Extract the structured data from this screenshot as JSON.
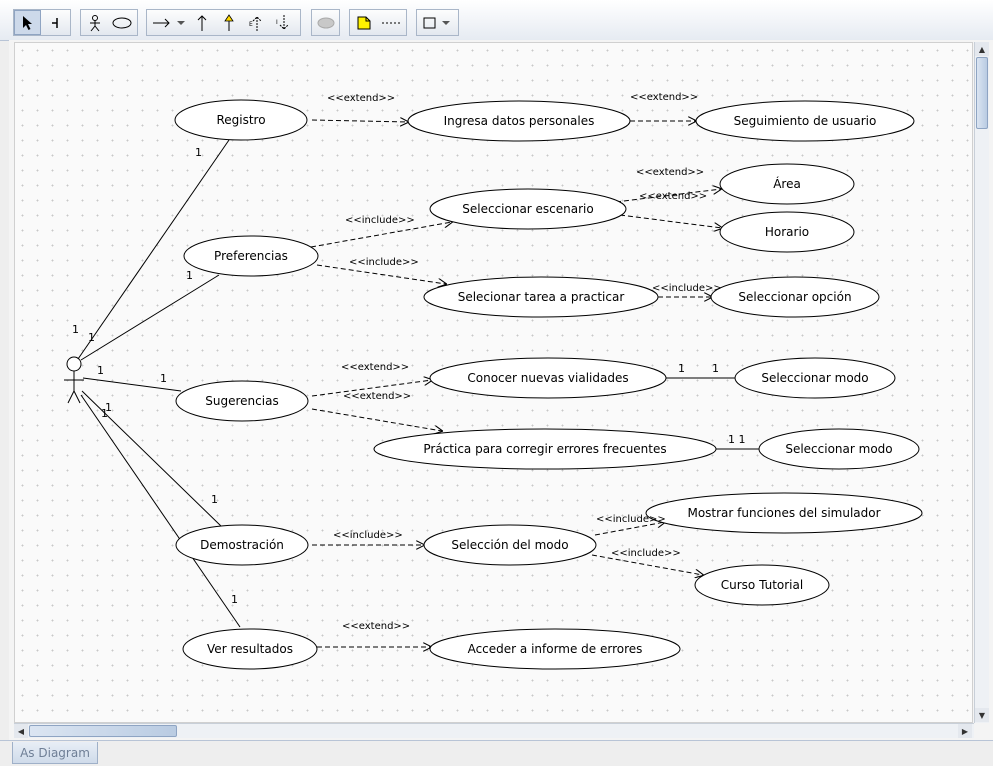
{
  "toolbar": {
    "tools": [
      "select-tool",
      "association-tool",
      "actor-tool",
      "use-case-tool",
      "generalization-tool",
      "dependency-tool",
      "include-tool",
      "extend-tool",
      "note-tool",
      "anchor-tool",
      "shape-tool"
    ]
  },
  "diagram": {
    "use_cases": {
      "registro": "Registro",
      "ingresa_datos": "Ingresa datos personales",
      "seguimiento": "Seguimiento de usuario",
      "preferencias": "Preferencias",
      "sel_escenario": "Seleccionar escenario",
      "area": "Área",
      "horario": "Horario",
      "sel_tarea": "Selecionar tarea a practicar",
      "sel_opcion": "Seleccionar opción",
      "sugerencias": "Sugerencias",
      "conocer": "Conocer nuevas vialidades",
      "sel_modo_1": "Seleccionar modo",
      "practica": "Práctica para corregir errores frecuentes",
      "sel_modo_2": "Seleccionar modo",
      "demostracion": "Demostración",
      "seleccion_modo": "Selección del modo",
      "mostrar": "Mostrar funciones del simulador",
      "curso": "Curso Tutorial",
      "ver_resultados": "Ver resultados",
      "acceder": "Acceder a informe de errores"
    },
    "stereotypes": {
      "extend": "<<extend>>",
      "include": "<<include>>"
    },
    "multiplicities": {
      "one": "1",
      "one_one": "1 1"
    }
  },
  "tabs": {
    "diagram": "As Diagram"
  }
}
